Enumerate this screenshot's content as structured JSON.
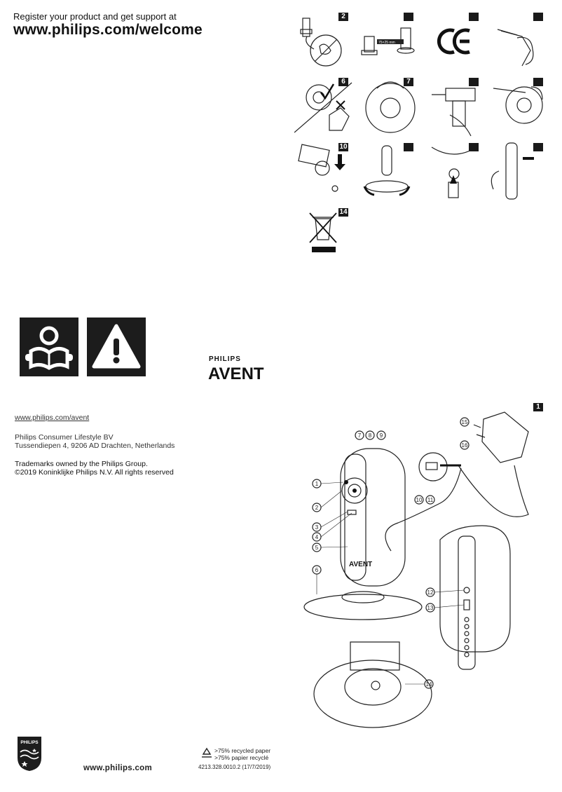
{
  "header": {
    "register_text": "Register your product and get support at",
    "welcome_url": "www.philips.com/welcome"
  },
  "steps": {
    "s2": "2",
    "s6": "6",
    "s7": "7",
    "s10": "10",
    "s14": "14",
    "s1": "1"
  },
  "brand": {
    "philips": "PHILIPS",
    "avent": "AVENT"
  },
  "contact": {
    "avent_url": "www.philips.com/avent",
    "company": "Philips Consumer Lifestyle BV",
    "address": "Tussendiepen 4, 9206 AD Drachten, Netherlands",
    "trademarks": "Trademarks owned by the Philips Group.",
    "copyright": "©2019 Koninklijke Philips N.V. All rights reserved"
  },
  "figure1": {
    "callouts": [
      "1",
      "2",
      "3",
      "4",
      "5",
      "6",
      "7",
      "8",
      "9",
      "10",
      "11",
      "12",
      "13",
      "14",
      "15",
      "16"
    ],
    "product_brand": "AVENT",
    "dimension_label": "75×25 mm"
  },
  "footer": {
    "url": "www.philips.com",
    "recycled_en": ">75% recycled paper",
    "recycled_fr": ">75% papier recyclé",
    "doc_code": "4213.328.0010.2 (17/7/2019)",
    "shield_text": "PHILIPS"
  },
  "icons": [
    "read-manual-icon",
    "warning-icon",
    "philips-shield-icon",
    "recycle-icon",
    "ce-mark-icon",
    "weee-bin-icon"
  ]
}
